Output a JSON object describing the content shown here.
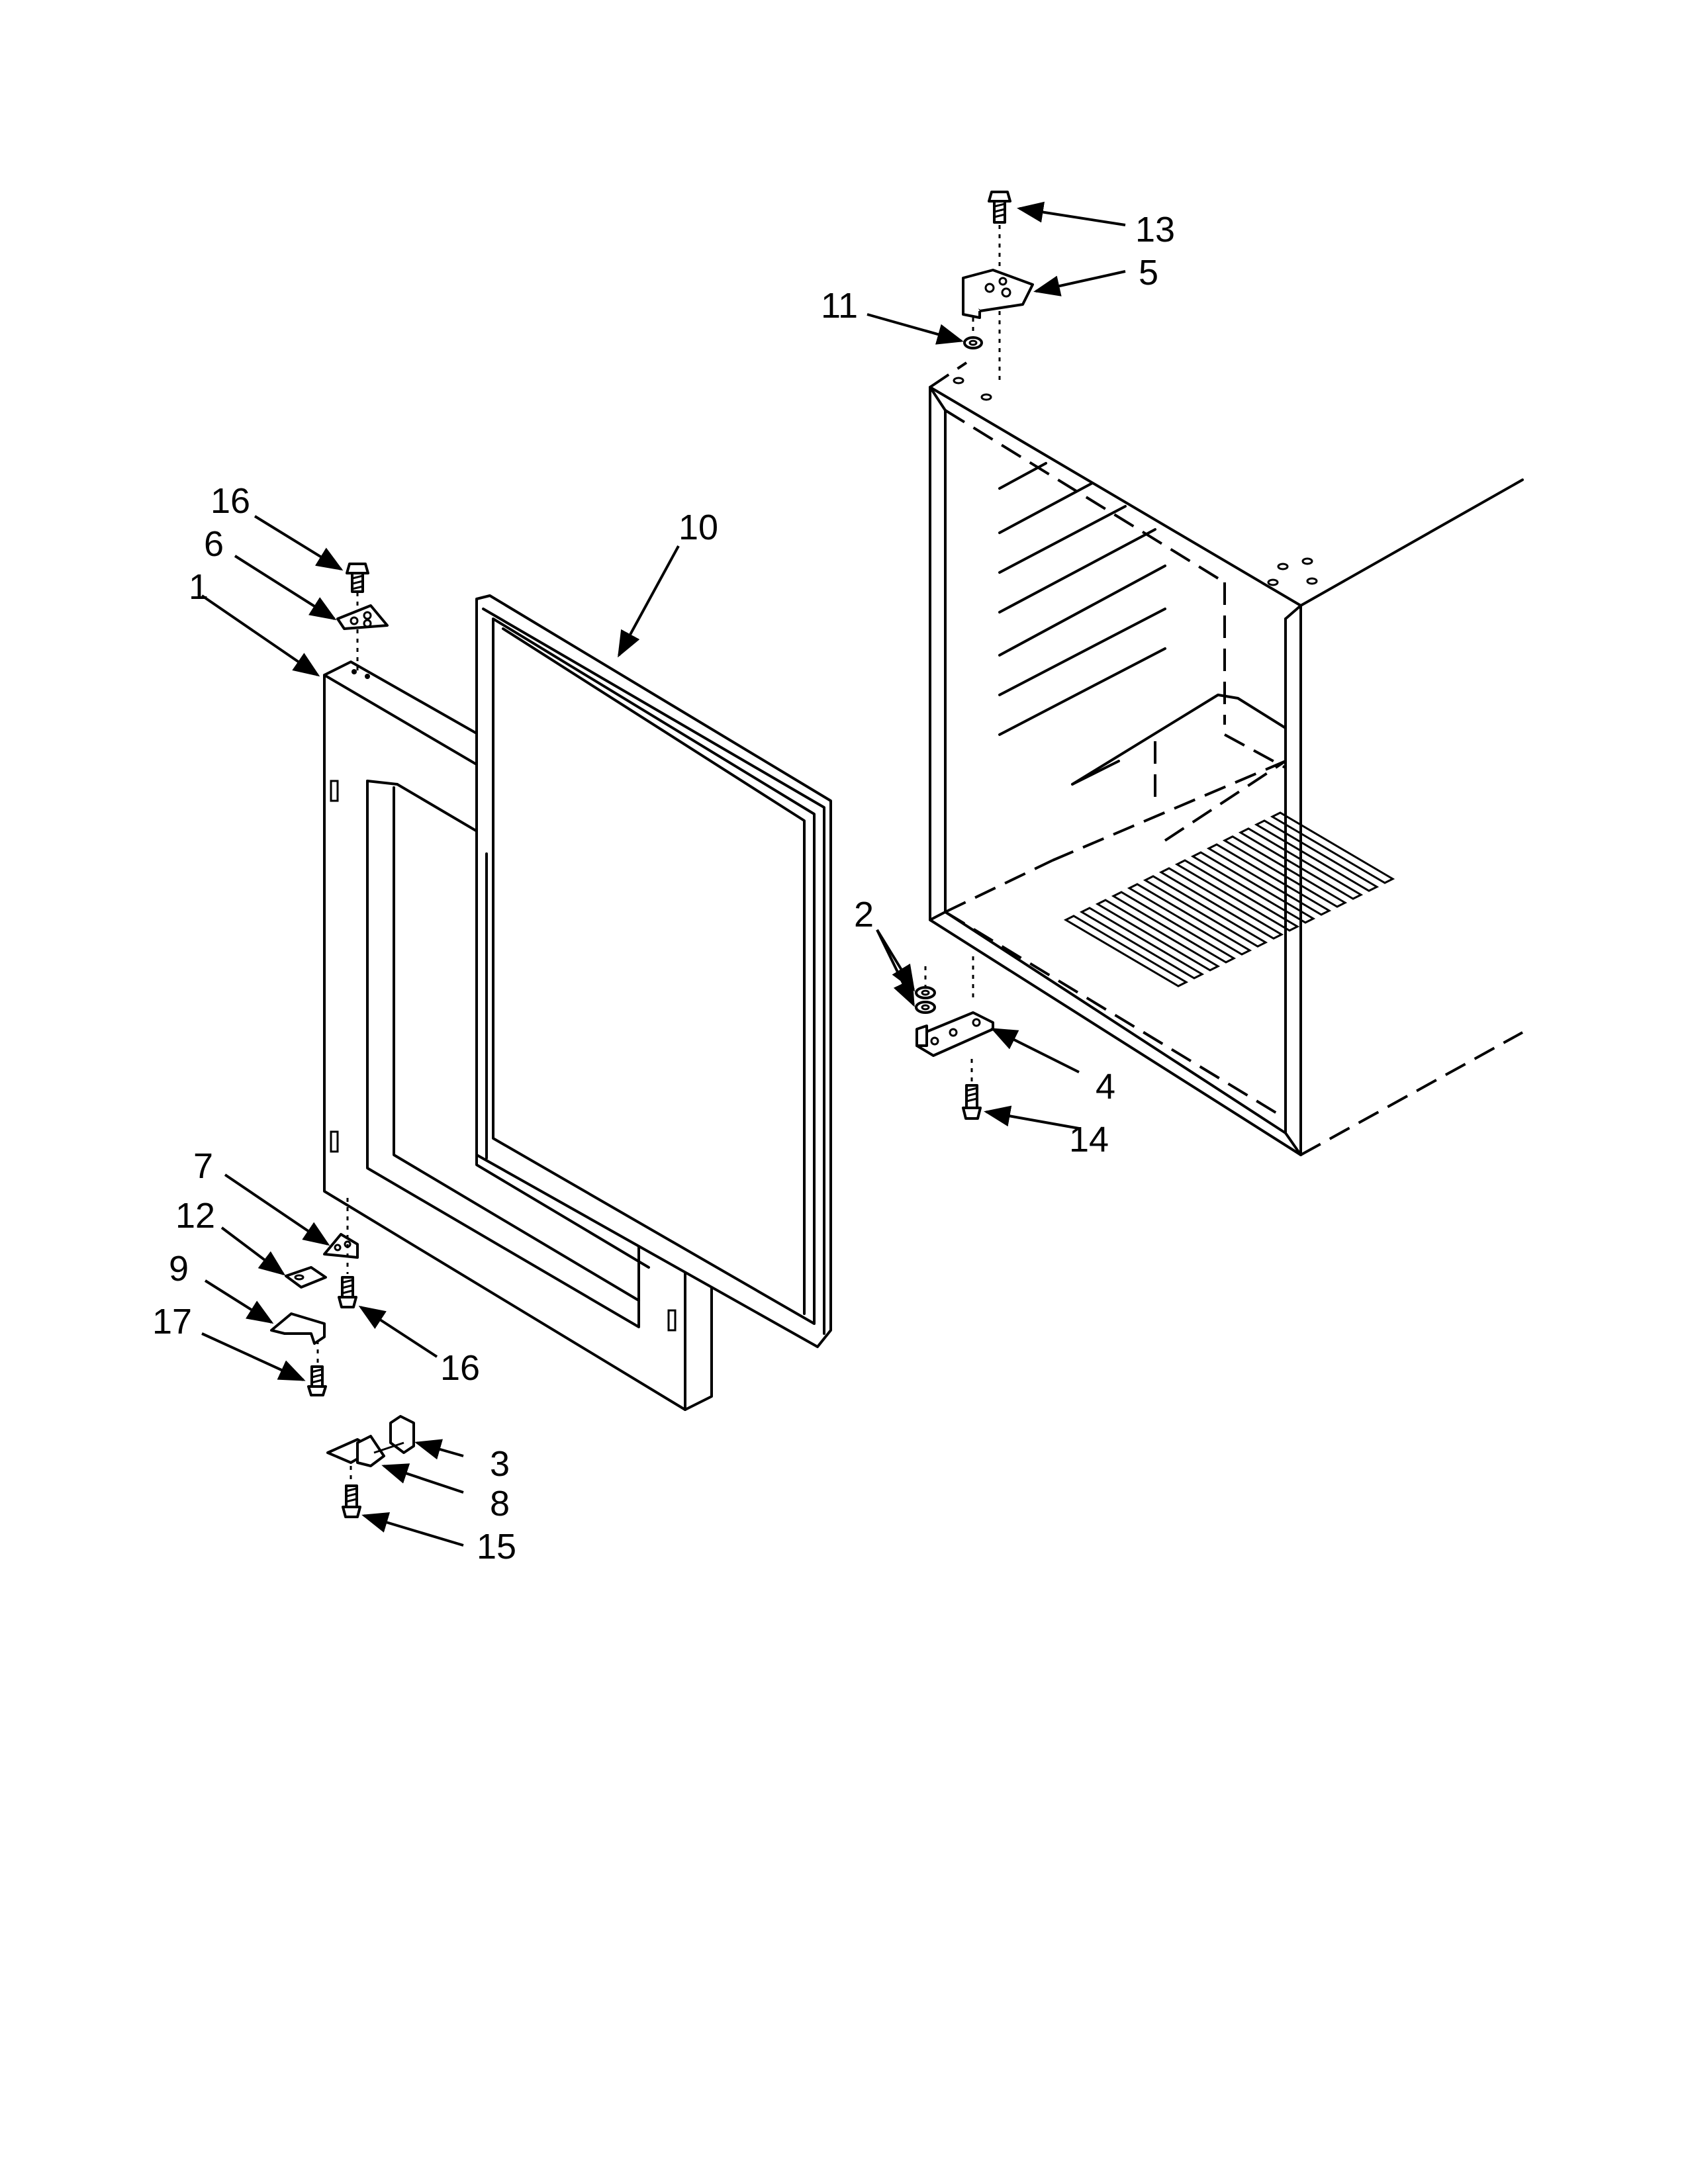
{
  "diagram": {
    "type": "exploded-parts-view",
    "callouts": [
      "1",
      "2",
      "3",
      "4",
      "5",
      "6",
      "7",
      "8",
      "9",
      "10",
      "11",
      "12",
      "13",
      "14",
      "15",
      "16",
      "16",
      "17"
    ]
  }
}
